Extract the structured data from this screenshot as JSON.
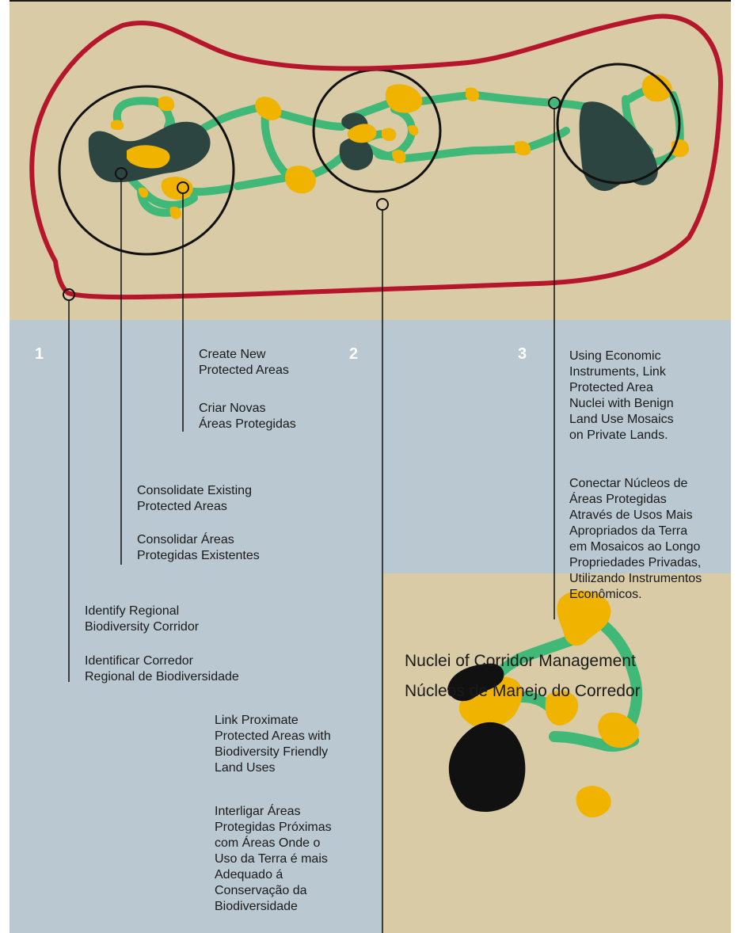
{
  "colors": {
    "map_background": "#d8cba5",
    "panel_background": "#bac8d1",
    "corridor_boundary": "#b5162b",
    "protected_area_core": "#2d4540",
    "new_protected_area": "#efb300",
    "green_link": "#3fb878",
    "inset_core": "#111111"
  },
  "step_numbers": [
    "1",
    "2",
    "3"
  ],
  "labels": {
    "create_new_en": "Create New\nProtected Areas",
    "create_new_pt": "Criar Novas\nÁreas Protegidas",
    "consolidate_en": "Consolidate Existing\nProtected Areas",
    "consolidate_pt": "Consolidar Áreas\nProtegidas Existentes",
    "identify_en": "Identify Regional\nBiodiversity Corridor",
    "identify_pt": "Identificar Corredor\nRegional de Biodiversidade",
    "link_en": "Link Proximate\nProtected Areas with\nBiodiversity Friendly\nLand Uses",
    "link_pt": "Interligar Áreas\nProtegidas Próximas\ncom Áreas Onde o\nUso da Terra é mais\nAdequado á\nConservação da\nBiodiversidade",
    "economic_en": "Using Economic\nInstruments, Link\nProtected Area\nNuclei with Benign\nLand Use Mosaics\non Private Lands.",
    "economic_pt": "Conectar Núcleos de\nÁreas Protegidas\nAtravés de Usos Mais\nApropriados da Terra\nem Mosaicos ao Longo\nPropriedades Privadas,\nUtilizando Instrumentos\nEconômicos."
  },
  "inset": {
    "title_en": "Nuclei of Corridor Management",
    "title_pt": "Núcleos de Manejo do Corredor"
  }
}
